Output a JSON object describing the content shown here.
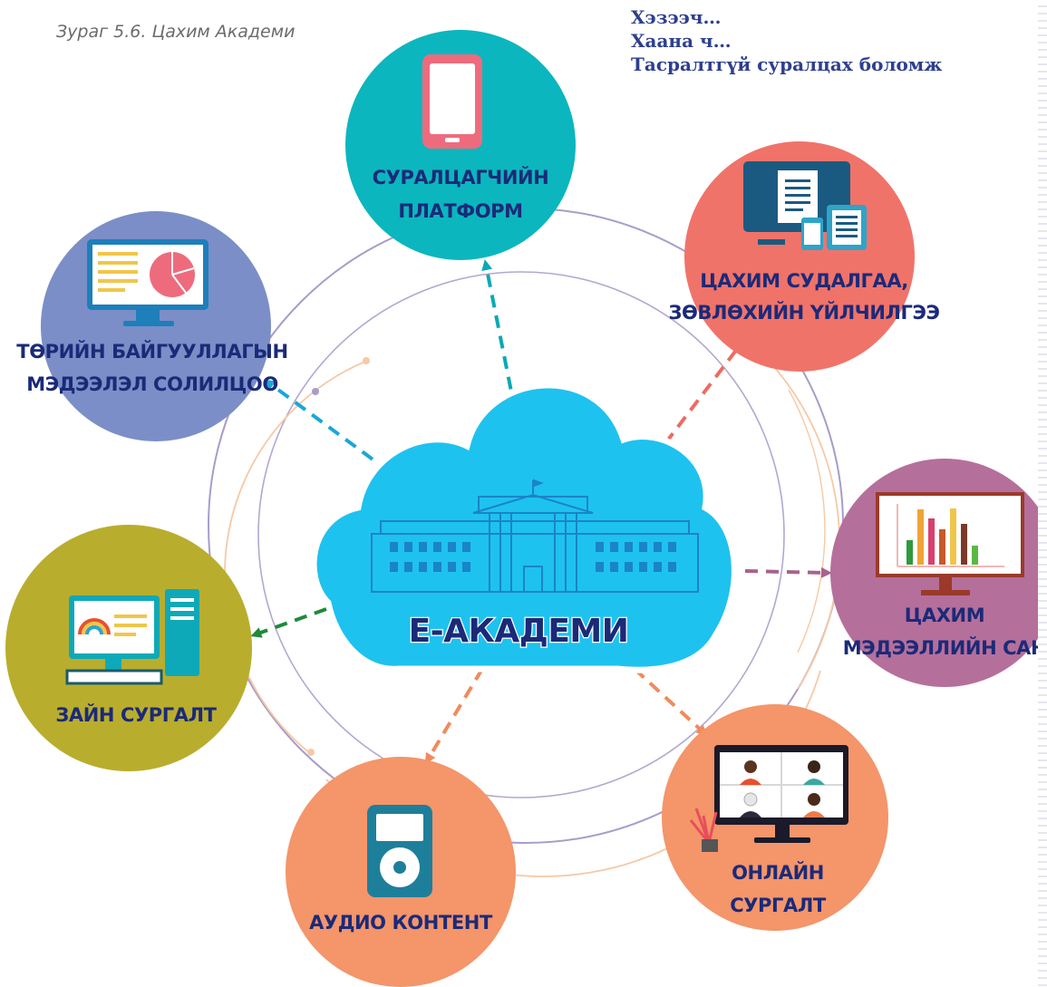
{
  "caption": "Зураг 5.6. Цахим Академи",
  "motto": [
    "Хэзээч…",
    "Хаана ч…",
    "Тасралтгүй суралцах боломж"
  ],
  "center": {
    "label": "E-АКАДЕМИ",
    "color": "#1ec2ef"
  },
  "nodes": [
    {
      "id": "learner-platform",
      "lines": [
        "СУРАЛЦАГЧИЙН",
        "ПЛАТФОРМ"
      ],
      "color": "#0bb6be",
      "icon": "smartphone-icon",
      "arrow_color": "#0aa9b6"
    },
    {
      "id": "digital-research",
      "lines": [
        "ЦАХИМ СУДАЛГАА,",
        "ЗӨВЛӨХИЙН ҮЙЛЧИЛГЭЭ"
      ],
      "color": "#f0736a",
      "icon": "monitor-documents-icon",
      "arrow_color": "#ec6c63"
    },
    {
      "id": "digital-library",
      "lines": [
        "ЦАХИМ",
        "МЭДЭЭЛЛИЙН САН"
      ],
      "color": "#b56f9b",
      "icon": "bar-chart-board-icon",
      "arrow_color": "#a8628f"
    },
    {
      "id": "online-training",
      "lines": [
        "ОНЛАЙН",
        "СУРГАЛТ"
      ],
      "color": "#f4956a",
      "icon": "video-conference-icon",
      "arrow_color": "#f18a5c"
    },
    {
      "id": "audio-content",
      "lines": [
        "АУДИО КОНТЕНТ"
      ],
      "color": "#f4956a",
      "icon": "audio-player-icon",
      "arrow_color": "#f18a5c"
    },
    {
      "id": "remote-training",
      "lines": [
        "ЗАЙН СУРГАЛТ"
      ],
      "color": "#b9ad2e",
      "icon": "desktop-computer-icon",
      "arrow_color": "#1f8a3a"
    },
    {
      "id": "gov-info-exchange",
      "lines": [
        "ТӨРИЙН БАЙГУУЛЛАГЫН",
        "МЭДЭЭЛЭЛ СОЛИЛЦОО"
      ],
      "color": "#7b8ec7",
      "icon": "presentation-monitor-icon",
      "arrow_color": "#1ba6d6"
    }
  ]
}
